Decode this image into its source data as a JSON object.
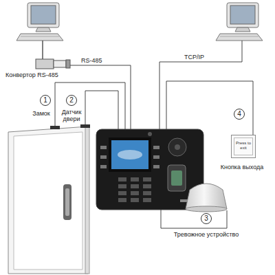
{
  "diagram": {
    "nodes": [
      {
        "text": [
          "1"
        ]
      },
      {
        "text": [
          "2"
        ]
      },
      {
        "text": [
          "4"
        ]
      },
      {
        "text": [
          "Press to exit"
        ]
      },
      {
        "text": [
          "3"
        ]
      }
    ],
    "labels": [
      "Конвертор RS-485",
      "RS-485",
      "TCP/IP",
      "Замок",
      "Датчик двери",
      "Кнопка выхода",
      "Тревожное устройство"
    ]
  }
}
